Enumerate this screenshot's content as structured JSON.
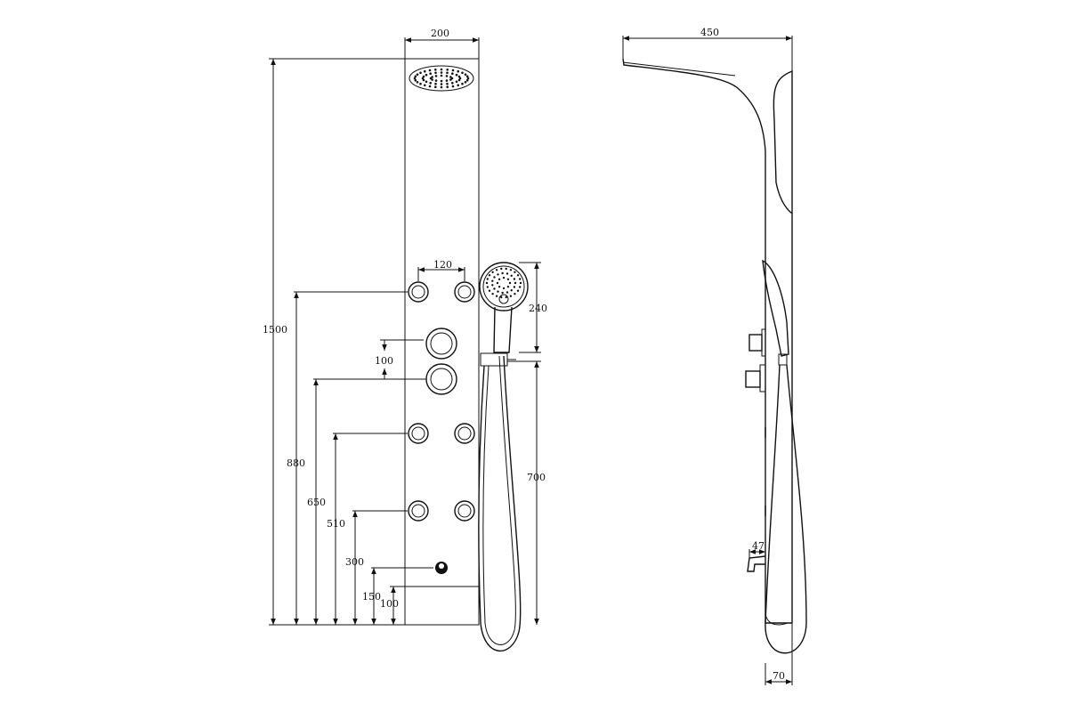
{
  "front_view": {
    "width_label": "200",
    "height_label": "1500",
    "jet_spacing_label": "120",
    "handshower_label": "240",
    "valve_spacing_label": "100",
    "level_880_label": "880",
    "level_650_label": "650",
    "level_510_label": "510",
    "level_300_label": "300",
    "level_150_label": "150",
    "level_100_label": "100",
    "holder_height_label": "700"
  },
  "side_view": {
    "depth_label": "450",
    "spout_label": "47",
    "base_depth_label": "70"
  },
  "colors": {
    "line": "#111111",
    "background": "#ffffff"
  }
}
